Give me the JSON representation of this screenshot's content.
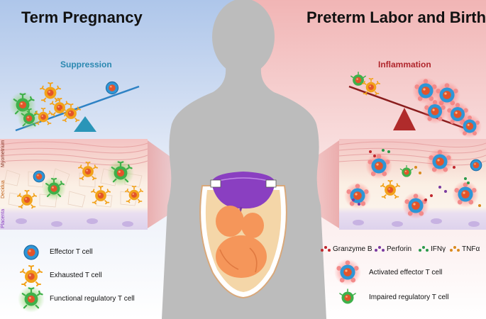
{
  "left_panel": {
    "title": "Term Pregnancy",
    "balance_label": "Suppression",
    "layer_labels": [
      "Myometrium",
      "Decidua",
      "Placenta"
    ],
    "legend": [
      {
        "icon": "effector-t-cell-icon",
        "label": "Effector T cell"
      },
      {
        "icon": "exhausted-t-cell-icon",
        "label": "Exhausted T cell"
      },
      {
        "icon": "functional-regulatory-t-cell-icon",
        "label": "Functional regulatory T cell"
      }
    ]
  },
  "right_panel": {
    "title": "Preterm Labor and Birth",
    "balance_label": "Inflammation",
    "cytokines": [
      {
        "label": "Granzyme B",
        "color": "#c0262c"
      },
      {
        "label": "Perforin",
        "color": "#7a3aa0"
      },
      {
        "label": "IFNγ",
        "color": "#2a9a4a"
      },
      {
        "label": "TNFα",
        "color": "#d98a1e"
      }
    ],
    "legend": [
      {
        "icon": "activated-effector-t-cell-icon",
        "label": "Activated effector T cell"
      },
      {
        "icon": "impaired-regulatory-t-cell-icon",
        "label": "Impaired regulatory T cell"
      }
    ]
  },
  "colors": {
    "left_bg": "#c9d9ef",
    "right_bg": "#f1caca",
    "silhouette": "#bdbdbd",
    "effector": "#2f96d6",
    "exhausted": "#f2a21a",
    "regulatory": "#3fb04a",
    "cell_core": "#e3542a"
  }
}
